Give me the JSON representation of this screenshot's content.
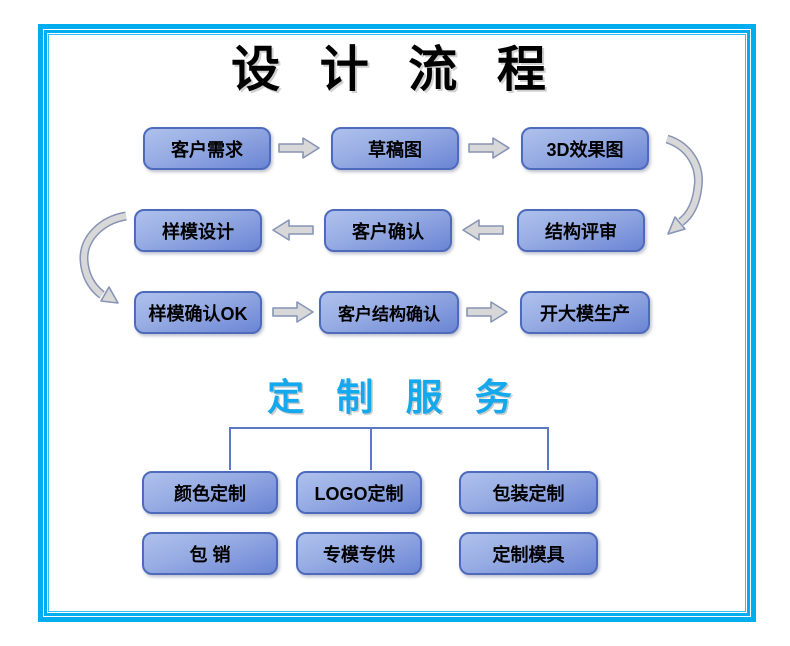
{
  "page": {
    "title": "设 计 流 程",
    "border_color": "#00AEEF",
    "background_color": "#FFFFFF",
    "title_color": "#000000"
  },
  "flow": {
    "boxes": {
      "customer_needs": "客户需求",
      "draft_drawing": "草稿图",
      "render_3d": "3D效果图",
      "sample_mold_design": "样模设计",
      "customer_confirm": "客户确认",
      "structure_review": "结构评审",
      "sample_mold_ok": "样模确认OK",
      "customer_structure_confirm": "客户结构确认",
      "big_mold_production": "开大模生产"
    },
    "box_fill_top": "#AEC1ED",
    "box_fill_bottom": "#6B85D4",
    "box_border_color": "#4E6BBB",
    "box_text_color": "#000000",
    "arrow_fill": "#D8D8D8",
    "arrow_border": "#8794B5"
  },
  "services": {
    "title": "定 制 服 务",
    "title_color": "#16A8EC",
    "connector_color": "#5B79C4",
    "boxes": {
      "color_custom": "颜色定制",
      "logo_custom": "LOGO定制",
      "packaging_custom": "包装定制",
      "exclusive_sales": "包 销",
      "dedicated_mold_supply": "专模专供",
      "custom_mold": "定制模具"
    }
  }
}
